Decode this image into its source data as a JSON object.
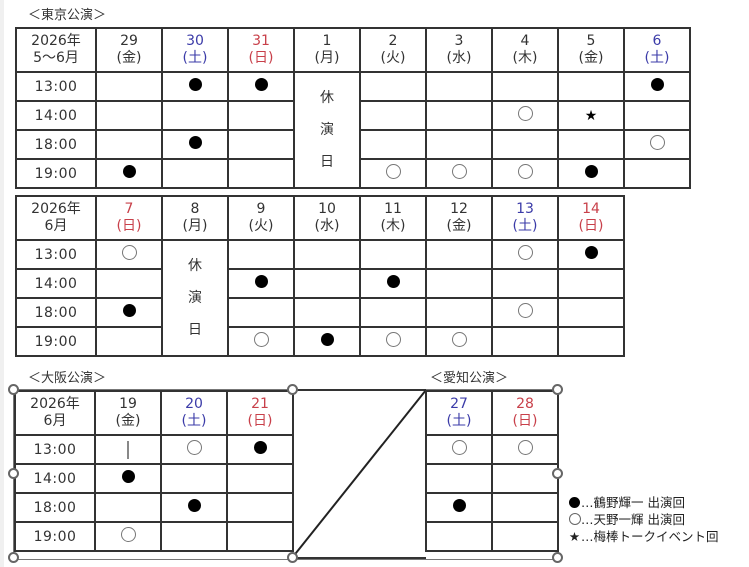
{
  "legend": {
    "filled_circle": "…鶴野輝一 出演回",
    "open_circle": "…天野一輝 出演回",
    "star": "…梅棒トークイベント回",
    "star_glyph": "★"
  },
  "colors": {
    "saturday": "#3b3ba8",
    "sunday": "#c8404a",
    "border": "#333333"
  },
  "tokyo": {
    "title": "＜東京公演＞",
    "table1": {
      "corner": [
        "2026年",
        "5～6月"
      ],
      "days": [
        {
          "date": "29",
          "dow": "(金)",
          "color": "black"
        },
        {
          "date": "30",
          "dow": "(土)",
          "color": "blue"
        },
        {
          "date": "31",
          "dow": "(日)",
          "color": "red"
        },
        {
          "date": "1",
          "dow": "(月)",
          "color": "black"
        },
        {
          "date": "2",
          "dow": "(火)",
          "color": "black"
        },
        {
          "date": "3",
          "dow": "(水)",
          "color": "black"
        },
        {
          "date": "4",
          "dow": "(木)",
          "color": "black"
        },
        {
          "date": "5",
          "dow": "(金)",
          "color": "black"
        },
        {
          "date": "6",
          "dow": "(土)",
          "color": "blue"
        }
      ],
      "rest_day": {
        "column": 3,
        "chars": [
          "休",
          "演",
          "日"
        ]
      },
      "times": [
        "13:00",
        "14:00",
        "18:00",
        "19:00"
      ],
      "cells": [
        [
          "",
          "filled",
          "filled",
          "rest",
          "",
          "",
          "",
          "",
          "filled"
        ],
        [
          "",
          "",
          "",
          "rest",
          "",
          "",
          "open",
          "star",
          ""
        ],
        [
          "",
          "filled",
          "",
          "rest",
          "",
          "",
          "",
          "",
          "open"
        ],
        [
          "filled",
          "",
          "",
          "rest",
          "open",
          "open",
          "open",
          "filled",
          ""
        ]
      ]
    },
    "table2": {
      "corner": [
        "2026年",
        "6月"
      ],
      "days": [
        {
          "date": "7",
          "dow": "(日)",
          "color": "red"
        },
        {
          "date": "8",
          "dow": "(月)",
          "color": "black"
        },
        {
          "date": "9",
          "dow": "(火)",
          "color": "black"
        },
        {
          "date": "10",
          "dow": "(水)",
          "color": "black"
        },
        {
          "date": "11",
          "dow": "(木)",
          "color": "black"
        },
        {
          "date": "12",
          "dow": "(金)",
          "color": "black"
        },
        {
          "date": "13",
          "dow": "(土)",
          "color": "blue"
        },
        {
          "date": "14",
          "dow": "(日)",
          "color": "red"
        }
      ],
      "rest_day": {
        "column": 1,
        "chars": [
          "休",
          "演",
          "日"
        ]
      },
      "times": [
        "13:00",
        "14:00",
        "18:00",
        "19:00"
      ],
      "cells": [
        [
          "open",
          "rest",
          "",
          "",
          "",
          "",
          "open",
          "filled"
        ],
        [
          "",
          "rest",
          "filled",
          "",
          "filled",
          "",
          "",
          ""
        ],
        [
          "filled",
          "rest",
          "",
          "",
          "",
          "",
          "open",
          ""
        ],
        [
          "",
          "rest",
          "open",
          "filled",
          "open",
          "open",
          "",
          ""
        ]
      ]
    }
  },
  "osaka": {
    "title": "＜大阪公演＞",
    "corner": [
      "2026年",
      "6月"
    ],
    "days": [
      {
        "date": "19",
        "dow": "(金)",
        "color": "black"
      },
      {
        "date": "20",
        "dow": "(土)",
        "color": "blue"
      },
      {
        "date": "21",
        "dow": "(日)",
        "color": "red"
      }
    ],
    "times": [
      "13:00",
      "14:00",
      "18:00",
      "19:00"
    ],
    "cells": [
      [
        "cursor",
        "open",
        "filled"
      ],
      [
        "filled",
        "",
        ""
      ],
      [
        "",
        "filled",
        ""
      ],
      [
        "open",
        "",
        ""
      ]
    ]
  },
  "aichi": {
    "title": "＜愛知公演＞",
    "days": [
      {
        "date": "27",
        "dow": "(土)",
        "color": "blue"
      },
      {
        "date": "28",
        "dow": "(日)",
        "color": "red"
      }
    ],
    "cells": [
      [
        "open",
        "open"
      ],
      [
        "",
        ""
      ],
      [
        "filled",
        ""
      ],
      [
        "",
        ""
      ]
    ]
  }
}
